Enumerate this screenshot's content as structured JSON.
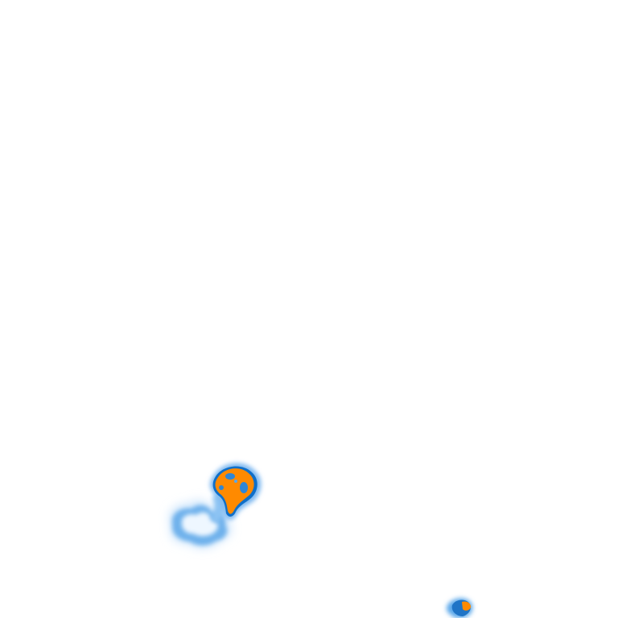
{
  "scene": {
    "background_color": "#ffffff",
    "colors": {
      "orange_fill": "#ff8a00",
      "orange_outline": "#0f6fc9",
      "blue_dark": "#2f86d6",
      "blue_mid": "#5aa7ea",
      "blue_light": "#a9d3f8",
      "blue_very_light": "#d9ecfd"
    },
    "elements": [
      {
        "name": "main-blob",
        "description_shape": "orange patch with blue halo"
      },
      {
        "name": "cloud-patch",
        "description_shape": "light blue cloud"
      },
      {
        "name": "small-blob",
        "description_shape": "small orange spot with blue halo"
      }
    ]
  }
}
